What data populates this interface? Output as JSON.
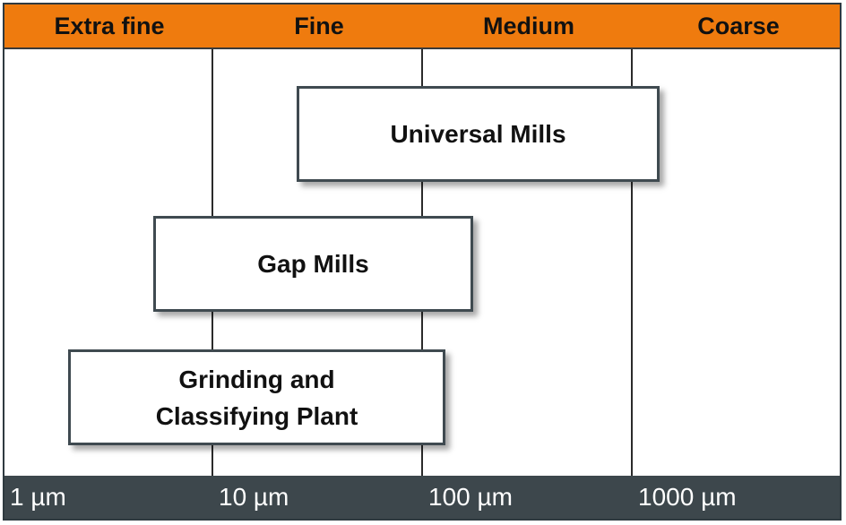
{
  "categories": [
    "Extra fine",
    "Fine",
    "Medium",
    "Coarse"
  ],
  "axis_ticks": [
    "1 µm",
    "10 µm",
    "100 µm",
    "1000 µm"
  ],
  "mills": [
    {
      "label": "Universal Mills",
      "range_um": [
        25,
        1250
      ]
    },
    {
      "label": "Gap Mills",
      "range_um": [
        4.5,
        180
      ]
    },
    {
      "label": "Grinding and\nClassifying Plant",
      "range_um": [
        1.5,
        110
      ]
    }
  ],
  "colors": {
    "header": "#ef7b0e",
    "footer": "#3d474c",
    "box_border": "#3f4a50"
  }
}
